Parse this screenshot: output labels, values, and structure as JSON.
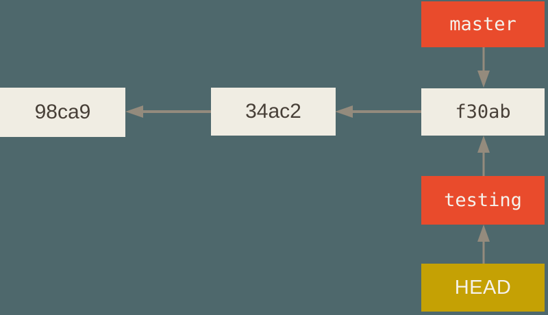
{
  "diagram": {
    "title": "git-branch-head-diagram",
    "commits": [
      {
        "label": "98ca9"
      },
      {
        "label": "34ac2"
      },
      {
        "label": "f30ab"
      }
    ],
    "branches": [
      {
        "label": "master",
        "points_to": "f30ab"
      },
      {
        "label": "testing",
        "points_to": "f30ab"
      }
    ],
    "head": {
      "label": "HEAD",
      "points_to": "testing"
    },
    "edges": [
      {
        "from": "f30ab",
        "to": "34ac2",
        "direction": "left"
      },
      {
        "from": "34ac2",
        "to": "98ca9",
        "direction": "left"
      },
      {
        "from": "master",
        "to": "f30ab",
        "direction": "down"
      },
      {
        "from": "testing",
        "to": "f30ab",
        "direction": "up"
      },
      {
        "from": "HEAD",
        "to": "testing",
        "direction": "up"
      }
    ],
    "colors": {
      "background": "#4e686c",
      "commit_box": "#f0ede3",
      "commit_text": "#473f37",
      "branch_box": "#e94b2c",
      "head_box": "#c5a104",
      "label_text": "#f5f2ec",
      "arrow": "#948b7d"
    }
  }
}
